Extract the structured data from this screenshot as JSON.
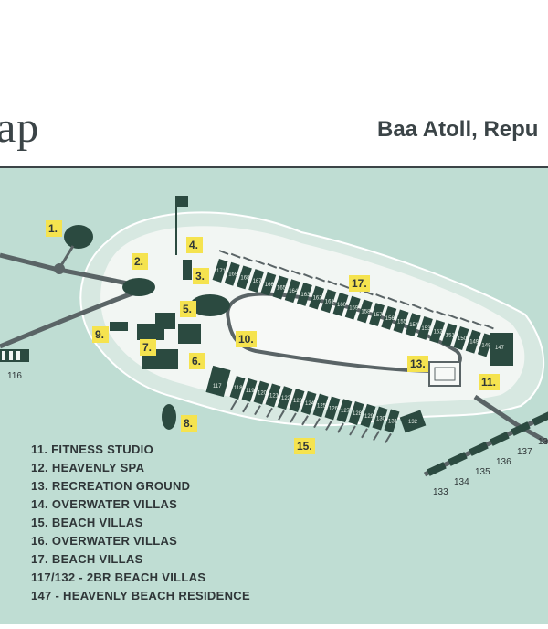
{
  "header": {
    "title_fragment": "ap",
    "location": "Baa Atoll, Repu"
  },
  "map": {
    "colors": {
      "sea": "#bfddd3",
      "island": "#f2f6f3",
      "reef": "#d7e8e1",
      "building": "#2b4a40",
      "path": "#5a6466",
      "label": "#f5e34f"
    },
    "markers": [
      "1.",
      "2.",
      "3.",
      "4.",
      "5.",
      "6.",
      "7.",
      "8.",
      "9.",
      "10.",
      "11.",
      "13.",
      "15.",
      "17."
    ],
    "villas_top": [
      "171",
      "169",
      "168",
      "167",
      "166",
      "165",
      "164",
      "163",
      "162",
      "161",
      "160",
      "159",
      "158",
      "157",
      "156",
      "155",
      "154",
      "153",
      "152",
      "151",
      "150",
      "149",
      "148"
    ],
    "villas_bottom": [
      "118",
      "119",
      "120",
      "121",
      "122",
      "123",
      "124",
      "125",
      "126",
      "127",
      "128",
      "129",
      "130",
      "131"
    ],
    "villa_117": "117",
    "villa_132": "132",
    "villa_147": "147",
    "overwater_left": "116",
    "overwater_right": [
      "133",
      "134",
      "135",
      "136",
      "137",
      "13"
    ]
  },
  "legend": [
    "11. FITNESS STUDIO",
    "12. HEAVENLY SPA",
    "13. RECREATION GROUND",
    "14. OVERWATER VILLAS",
    "15. BEACH VILLAS",
    "16. OVERWATER VILLAS",
    "17. BEACH VILLAS",
    "117/132 - 2BR BEACH VILLAS",
    "147 - HEAVENLY BEACH RESIDENCE"
  ]
}
